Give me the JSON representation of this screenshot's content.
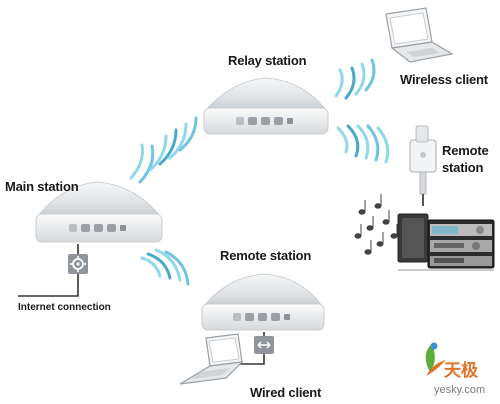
{
  "labels": {
    "relay_station": "Relay station",
    "wireless_client": "Wireless client",
    "remote_station_top_line1": "Remote",
    "remote_station_top_line2": "station",
    "main_station": "Main station",
    "remote_station_bottom": "Remote station",
    "internet_connection": "Internet connection",
    "wired_client": "Wired client"
  },
  "watermark": {
    "brand": "天极",
    "url": "yesky.com"
  },
  "colors": {
    "wave_cyan": "#8fd8ea",
    "wave_dark": "#4aa9c9",
    "device_gray": "#d9dde0",
    "cable": "#333333",
    "watermark_orange": "#e0752a",
    "watermark_green": "#5cae3a",
    "watermark_blue": "#3b8fd6"
  },
  "icons": [
    "base-station-icon",
    "laptop-icon",
    "express-plug-icon",
    "stereo-icon",
    "music-notes-icon",
    "gear-port-icon",
    "ethernet-port-icon",
    "watermark-logo-icon"
  ]
}
